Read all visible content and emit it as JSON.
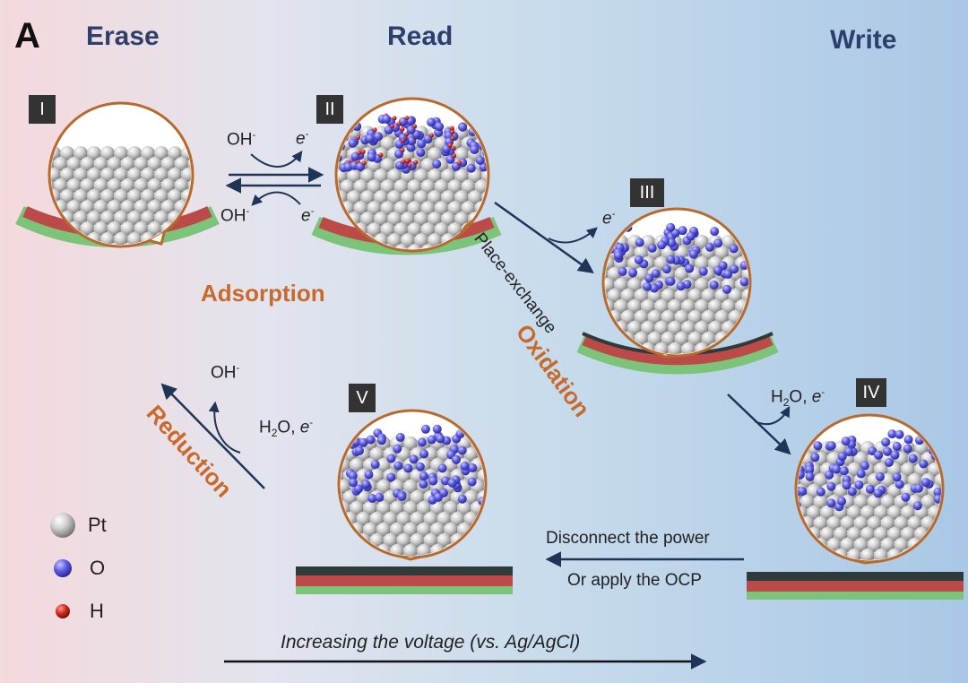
{
  "panel": {
    "label": "A"
  },
  "stages": {
    "erase": "Erase",
    "read": "Read",
    "write": "Write"
  },
  "states": [
    "I",
    "II",
    "III",
    "IV",
    "V"
  ],
  "processes": {
    "adsorption": "Adsorption",
    "place_exchange": "Place-exchange",
    "oxidation": "Oxidation",
    "reduction": "Reduction"
  },
  "species": {
    "oh": "OH",
    "minus": "-",
    "e": "e",
    "h2o": "H",
    "h2o_sub": "2",
    "h2o_rest": "O, "
  },
  "transition": {
    "line1": "Disconnect the power",
    "line2": "Or apply the OCP"
  },
  "legend": [
    {
      "label": "Pt",
      "color": "#c8c8c8"
    },
    {
      "label": "O",
      "color": "#4646d8"
    },
    {
      "label": "H",
      "color": "#c0281e"
    }
  ],
  "voltage_note": "Increasing the voltage (vs. Ag/AgCl)",
  "colors": {
    "circle": "#b86a2c",
    "arrow": "#1f3558",
    "electrode_red": "#bb4a48",
    "electrode_green": "#7cc47a",
    "electrode_dark": "#2e3b3a"
  }
}
